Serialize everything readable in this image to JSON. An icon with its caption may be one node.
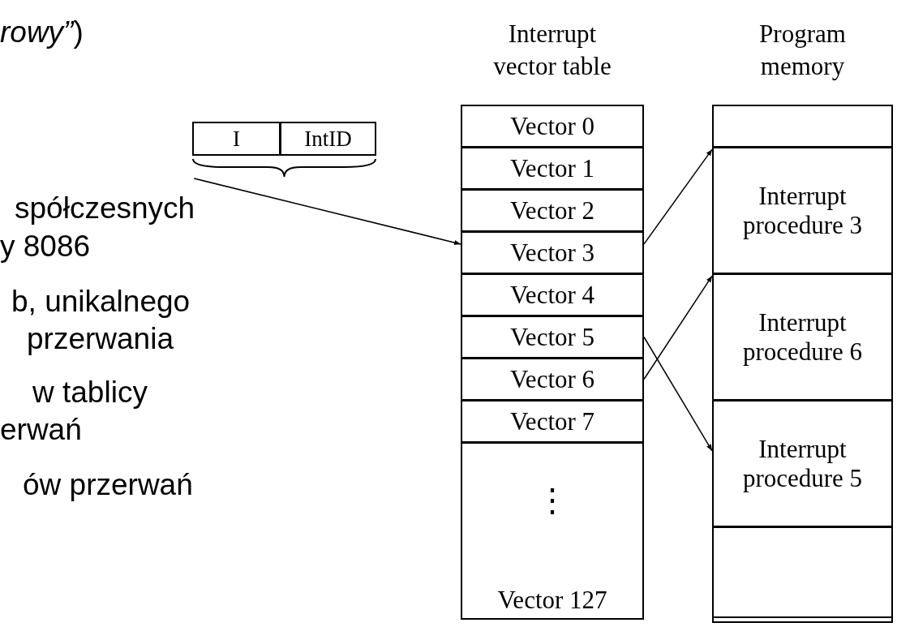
{
  "diagram": {
    "nodes": [
      {
        "text": [],
        "shape": "box"
      },
      {
        "text": [
          "I"
        ],
        "in": 0
      },
      {
        "text": [
          "IntID"
        ],
        "in": 0
      },
      {
        "text": [
          "Interrupt vector table"
        ]
      },
      {
        "text": [
          "Vector 0"
        ],
        "in": 3
      },
      {
        "text": [
          "Vector 1"
        ],
        "in": 3
      },
      {
        "text": [
          "Vector 2"
        ],
        "in": 3
      },
      {
        "text": [
          "Vector 3"
        ],
        "in": 3
      },
      {
        "text": [
          "Vector 4"
        ],
        "in": 3
      },
      {
        "text": [
          "Vector 5"
        ],
        "in": 3
      },
      {
        "text": [
          "Vector 6"
        ],
        "in": 3
      },
      {
        "text": [
          "Vector 7"
        ],
        "in": 3
      },
      {
        "text": [
          "⋮",
          "Vector 127"
        ],
        "in": 3
      },
      {
        "text": [
          "Program memory"
        ]
      },
      {
        "text": [],
        "shape": "box",
        "in": 13
      },
      {
        "text": [
          "Interrupt procedure 3"
        ],
        "in": 13
      },
      {
        "text": [
          "Interrupt procedure 6"
        ],
        "in": 13
      },
      {
        "text": [
          "Interrupt procedure 5"
        ],
        "in": 13
      },
      {
        "text": [],
        "shape": "box",
        "in": 13
      }
    ],
    "edges": [
      {
        "from": 0,
        "to": 7,
        "arrow": "to"
      },
      {
        "from": 7,
        "to": 15,
        "arrow": "to"
      },
      {
        "from": 10,
        "to": 16,
        "arrow": "to"
      },
      {
        "from": 9,
        "to": 17,
        "arrow": "to"
      }
    ],
    "labels": [
      "*rowy”*)",
      "spółczesnych",
      "y 8086",
      "b, unikalnego",
      "przerwania",
      "w tablicy",
      "erwań",
      "ów przerwań"
    ]
  }
}
